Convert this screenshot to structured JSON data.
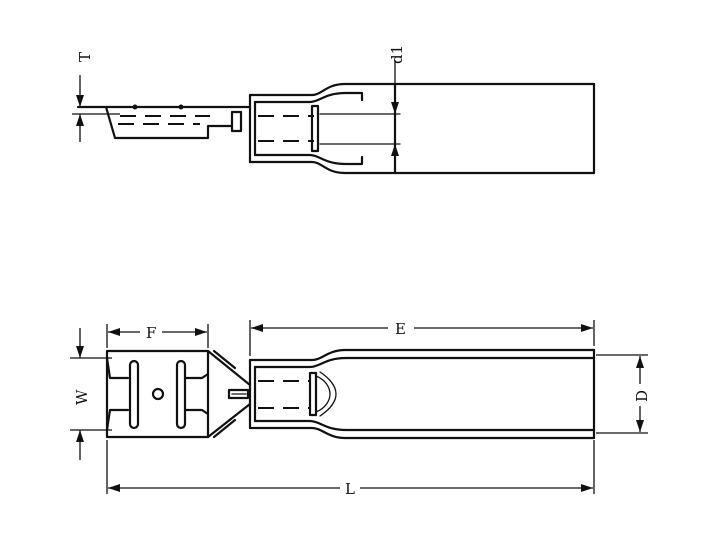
{
  "labels": {
    "T": "T",
    "d1": "d1",
    "F": "F",
    "E": "E",
    "W": "W",
    "D": "D",
    "L": "L"
  }
}
